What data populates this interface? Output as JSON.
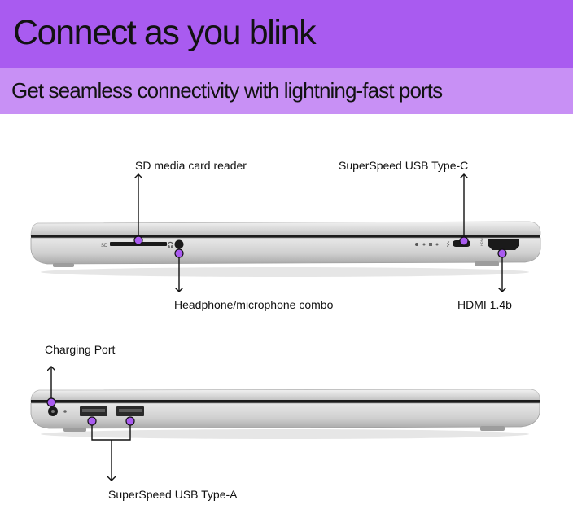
{
  "header": {
    "title": "Connect as you blink",
    "subtitle": "Get seamless connectivity with lightning-fast ports"
  },
  "laptop_side_right": {
    "labels": {
      "sd_reader": "SD media card reader",
      "usb_c": "SuperSpeed USB Type-C",
      "headphone": "Headphone/microphone combo",
      "hdmi": "HDMI 1.4b"
    },
    "port_markings": {
      "sd": "SD",
      "hdmi": "HDMI"
    }
  },
  "laptop_side_left": {
    "labels": {
      "charging": "Charging Port",
      "usb_a": "SuperSpeed USB Type-A"
    }
  },
  "colors": {
    "banner_top": "#a95bf0",
    "banner_sub": "#c890f5",
    "marker": "#a95bf0"
  }
}
